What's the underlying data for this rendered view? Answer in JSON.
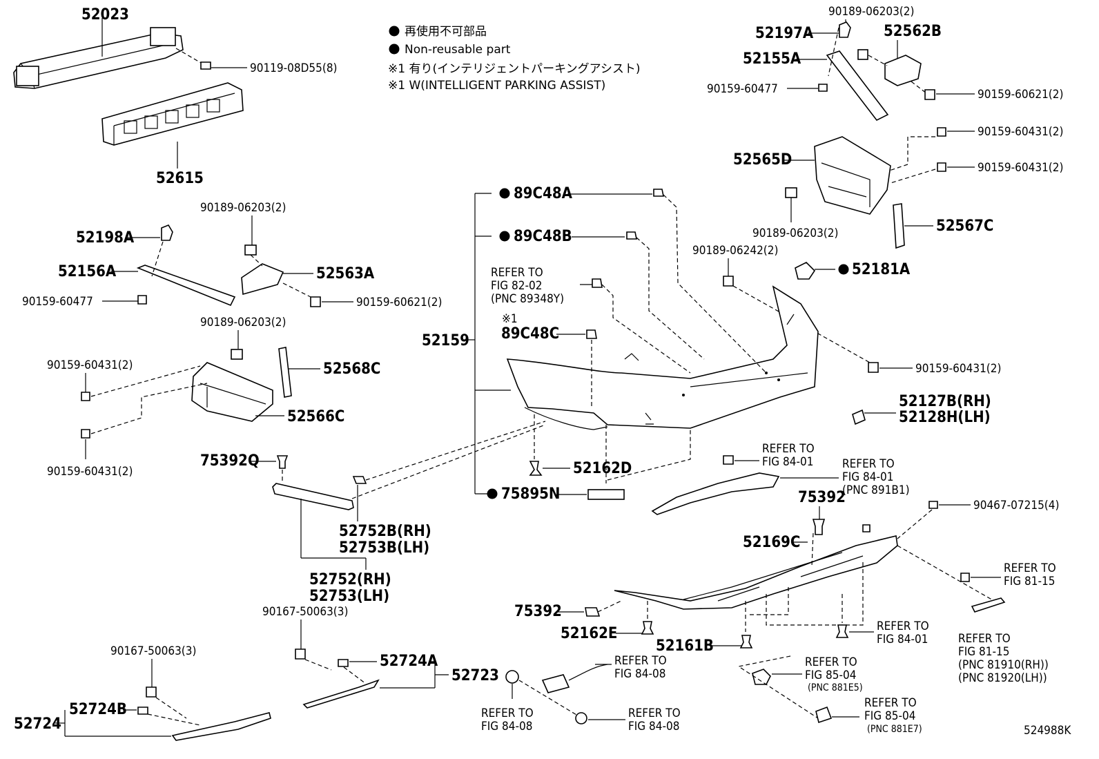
{
  "legend": {
    "jp_nonreusable": "再使用不可部品",
    "en_nonreusable": "Non-reusable part",
    "jp_note1": "※1 有り(インテリジェントパーキングアシスト)",
    "en_note1": "※1 W(INTELLIGENT PARKING ASSIST)"
  },
  "diagram_id": "524988K",
  "parts": {
    "p52023": "52023",
    "p52615": "52615",
    "p90119": "90119-08D55(8)",
    "p52197A": "52197A",
    "p52155A": "52155A",
    "p52562B": "52562B",
    "p90189_top": "90189-06203(2)",
    "p90159_60477_top": "90159-60477",
    "p90159_60621_top": "90159-60621(2)",
    "p90159_60431_a": "90159-60431(2)",
    "p90159_60431_b": "90159-60431(2)",
    "p52565D": "52565D",
    "p90189_mid_right": "90189-06203(2)",
    "p52567C": "52567C",
    "p90189_06242": "90189-06242(2)",
    "p52181A": "52181A",
    "p90159_60431_c": "90159-60431(2)",
    "p52127B": "52127B(RH)",
    "p52128H": "52128H(LH)",
    "p89C48A": "89C48A",
    "p89C48B": "89C48B",
    "p89C48C": "89C48C",
    "p89C48C_note": "※1",
    "p52159": "52159",
    "p52162D": "52162D",
    "p75895N": "75895N",
    "p90189_left": "90189-06203(2)",
    "p52198A": "52198A",
    "p52156A": "52156A",
    "p52563A": "52563A",
    "p90159_60477_left": "90159-60477",
    "p90159_60621_left": "90159-60621(2)",
    "p90189_left2": "90189-06203(2)",
    "p90159_60431_d": "90159-60431(2)",
    "p52568C": "52568C",
    "p52566C": "52566C",
    "p90159_60431_e": "90159-60431(2)",
    "p75392Q": "75392Q",
    "p52752B": "52752B(RH)",
    "p52753B": "52753B(LH)",
    "p52752": "52752(RH)",
    "p52753": "52753(LH)",
    "p90167_a": "90167-50063(3)",
    "p90167_b": "90167-50063(3)",
    "p52724A": "52724A",
    "p52723": "52723",
    "p52724B": "52724B",
    "p52724": "52724",
    "p75392_a": "75392",
    "p75392_b": "75392",
    "p52169C": "52169C",
    "p52162E": "52162E",
    "p52161B": "52161B",
    "p90467": "90467-07215(4)"
  },
  "refs": {
    "r_fig8202_a": "REFER TO",
    "r_fig8202_b": "FIG 82-02",
    "r_fig8202_c": "(PNC 89348Y)",
    "r_8401a_a": "REFER TO",
    "r_8401a_b": "FIG 84-01",
    "r_8401b_a": "REFER TO",
    "r_8401b_b": "FIG 84-01",
    "r_8401b_c": "(PNC 891B1)",
    "r_8115a_a": "REFER TO",
    "r_8115a_b": "FIG 81-15",
    "r_8115b_a": "REFER TO",
    "r_8115b_b": "FIG 81-15",
    "r_8115b_c": "(PNC 81910(RH))",
    "r_8115b_d": "(PNC 81920(LH))",
    "r_8401c_a": "REFER TO",
    "r_8401c_b": "FIG 84-01",
    "r_8504a_a": "REFER TO",
    "r_8504a_b": "FIG 85-04",
    "r_8504a_c": "(PNC 881E5)",
    "r_8504b_a": "REFER TO",
    "r_8504b_b": "FIG 85-04",
    "r_8504b_c": "(PNC 881E7)",
    "r_8408a_a": "REFER TO",
    "r_8408a_b": "FIG 84-08",
    "r_8408b_a": "REFER TO",
    "r_8408b_b": "FIG 84-08",
    "r_8408c_a": "REFER TO",
    "r_8408c_b": "FIG 84-08"
  }
}
